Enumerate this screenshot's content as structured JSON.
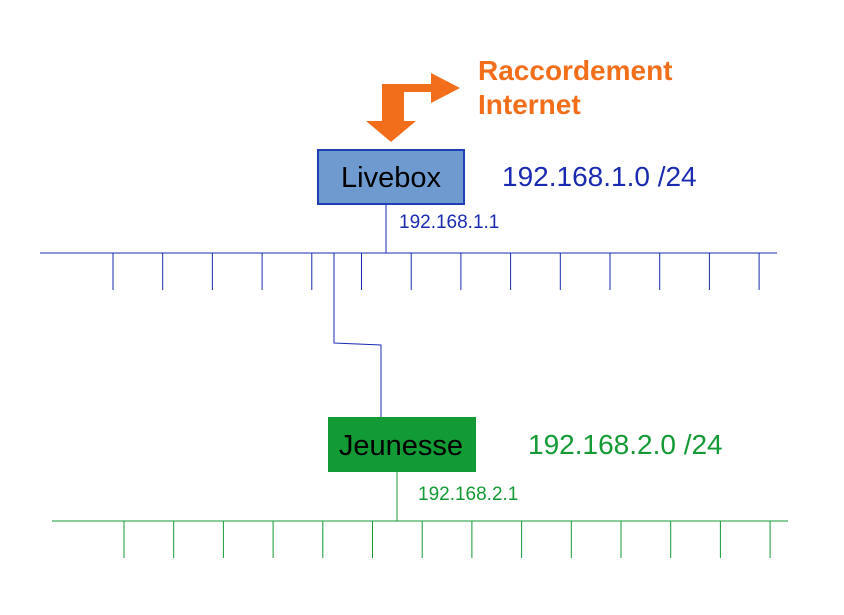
{
  "internet": {
    "label_line1": "Raccordement",
    "label_line2": "Internet",
    "color": "#f26e1a"
  },
  "livebox": {
    "label": "Livebox",
    "ip": "192.168.1.1",
    "network": "192.168.1.0 /24",
    "fill": "#6f9ad0",
    "border": "#1f3fb5",
    "color": "#1a2bb0"
  },
  "jeunesse": {
    "label": "Jeunesse",
    "ip": "192.168.2.1",
    "network": "192.168.2.0 /24",
    "fill": "#129a34",
    "color": "#149a35"
  }
}
